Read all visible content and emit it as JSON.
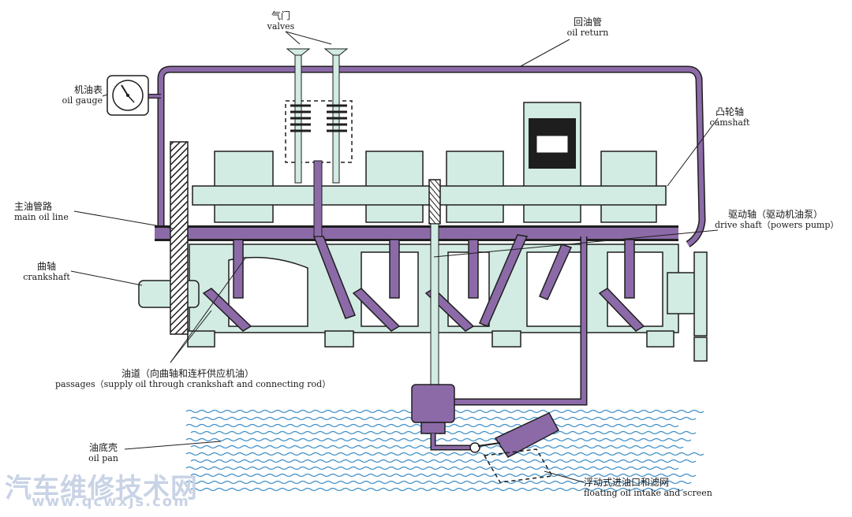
{
  "labels": {
    "valves": {
      "zh": "气门",
      "en": "valves"
    },
    "oil_return": {
      "zh": "回油管",
      "en": "oil return"
    },
    "oil_gauge": {
      "zh": "机油表",
      "en": "oil gauge"
    },
    "camshaft": {
      "zh": "凸轮轴",
      "en": "camshaft"
    },
    "main_oil_line": {
      "zh": "主油管路",
      "en": "main oil line"
    },
    "drive_shaft": {
      "zh": "驱动轴（驱动机油泵）",
      "en": "drive shaft（powers pump）"
    },
    "crankshaft": {
      "zh": "曲轴",
      "en": "crankshaft"
    },
    "passages": {
      "zh": "油道（向曲轴和连杆供应机油）",
      "en": "passages（supply oil through crankshaft and connecting rod）"
    },
    "oil_pan": {
      "zh": "油底壳",
      "en": "oil pan"
    },
    "floating_intake": {
      "zh": "浮动式进油口和滤网",
      "en": "floating oil intake and screen"
    }
  },
  "watermark": {
    "title": "汽车维修技术网",
    "url": "www.qcwxjs.com"
  },
  "colors": {
    "oil_line": "#8c6aa8",
    "engine_block": "#d2ebe3",
    "outline": "#1e1e1e",
    "water": "#3f8fc7"
  }
}
